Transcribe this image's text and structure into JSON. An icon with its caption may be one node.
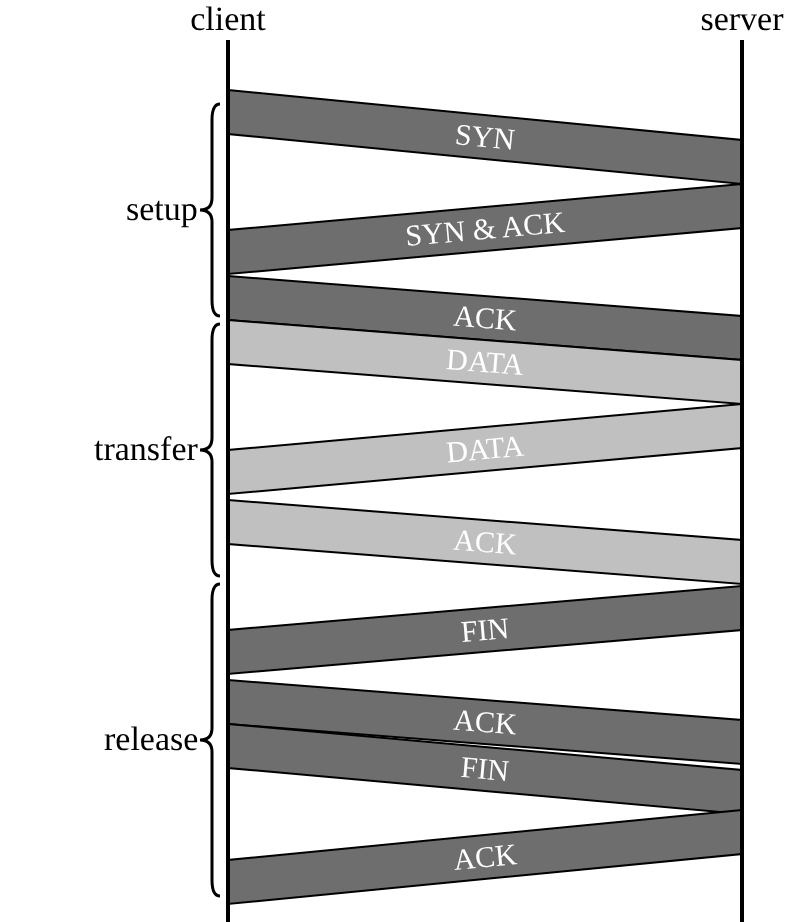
{
  "diagram": {
    "nodes": [
      {
        "text": [
          "client"
        ]
      },
      {
        "text": [
          "server"
        ]
      }
    ],
    "edges": [
      {
        "from": 0,
        "to": 1,
        "label": "SYN",
        "arrow": "none"
      },
      {
        "from": 1,
        "to": 0,
        "label": "SYN & ACK",
        "arrow": "none"
      },
      {
        "from": 0,
        "to": 1,
        "label": "ACK",
        "arrow": "none"
      },
      {
        "from": 0,
        "to": 1,
        "label": "DATA",
        "arrow": "none",
        "color": "#c0c0c0"
      },
      {
        "from": 1,
        "to": 0,
        "label": "DATA",
        "arrow": "none",
        "color": "#c0c0c0"
      },
      {
        "from": 0,
        "to": 1,
        "label": "ACK",
        "arrow": "none",
        "color": "#c0c0c0"
      },
      {
        "from": 1,
        "to": 0,
        "label": "FIN",
        "arrow": "none"
      },
      {
        "from": 0,
        "to": 1,
        "label": "ACK",
        "arrow": "none"
      },
      {
        "from": 0,
        "to": 1,
        "label": "FIN",
        "arrow": "none"
      },
      {
        "from": 1,
        "to": 0,
        "label": "ACK",
        "arrow": "none"
      }
    ],
    "labels": [
      "setup",
      "transfer",
      "release"
    ]
  }
}
